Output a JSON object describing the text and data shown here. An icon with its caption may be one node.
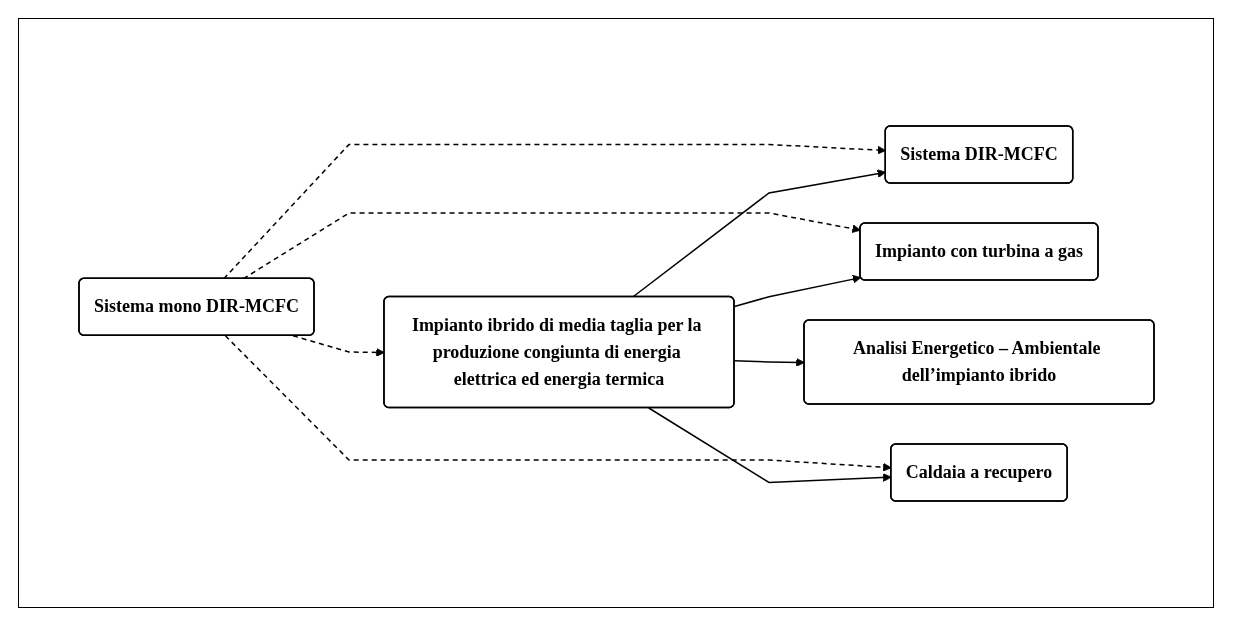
{
  "diagram": {
    "nodes": [
      {
        "text": [
          "Impianto ibrido di media taglia per la produzione congiunta di energia elettrica ed energia termica"
        ]
      },
      {
        "text": [
          "Sistema DIR-MCFC"
        ]
      },
      {
        "text": [
          "Impianto con turbina a gas"
        ]
      },
      {
        "text": [
          "Sistema mono DIR-MCFC"
        ]
      },
      {
        "text": [
          "Caldaia a recupero"
        ]
      },
      {
        "text": [
          "Analisi Energetico – Ambientale dell’impianto ibrido"
        ]
      }
    ],
    "edges": [
      {
        "from": 0,
        "to": 1,
        "arrow": "to"
      },
      {
        "from": 0,
        "to": 2,
        "arrow": "to"
      },
      {
        "from": 0,
        "to": 4,
        "arrow": "to"
      },
      {
        "from": 0,
        "to": 5,
        "arrow": "to"
      },
      {
        "from": 3,
        "to": 0,
        "arrow": "to",
        "style": "dashed"
      },
      {
        "from": 3,
        "to": 1,
        "arrow": "to",
        "style": "dashed"
      },
      {
        "from": 3,
        "to": 2,
        "arrow": "to",
        "style": "dashed"
      },
      {
        "from": 3,
        "to": 4,
        "arrow": "to",
        "style": "dashed"
      }
    ]
  }
}
